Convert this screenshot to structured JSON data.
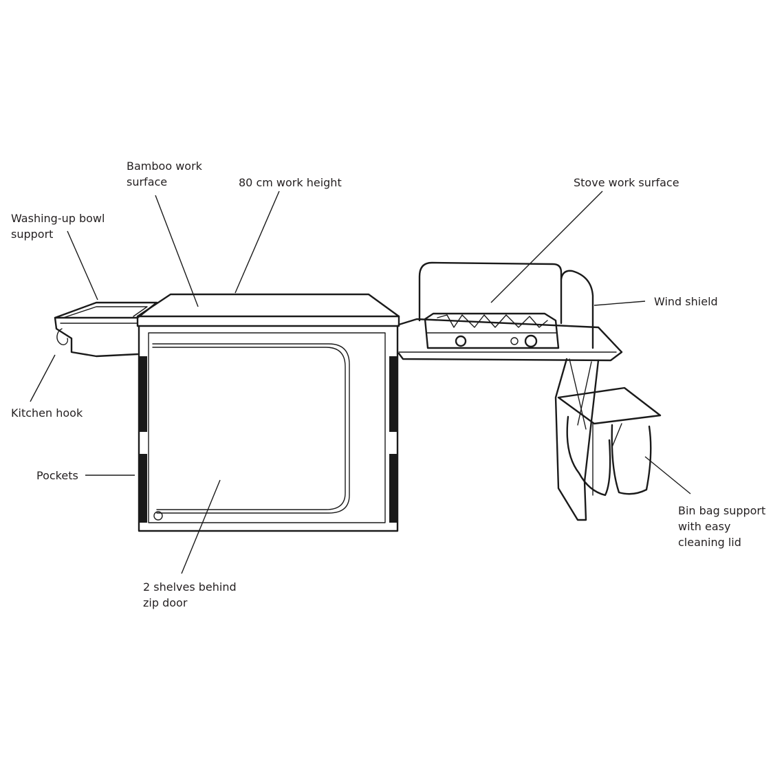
{
  "diagram": {
    "colors": {
      "ink": "#1a1a1a",
      "text": "#231f20",
      "background": "#ffffff"
    },
    "labels": {
      "bamboo_l1": "Bamboo work",
      "bamboo_l2": "surface",
      "work_height": "80 cm work height",
      "stove_surface": "Stove work surface",
      "washing_l1": "Washing-up bowl",
      "washing_l2": "support",
      "wind_shield": "Wind shield",
      "kitchen_hook": "Kitchen hook",
      "pockets": "Pockets",
      "bin_l1": "Bin bag support",
      "bin_l2": "with easy",
      "bin_l3": "cleaning lid",
      "shelves_l1": "2 shelves behind",
      "shelves_l2": "zip door"
    }
  }
}
